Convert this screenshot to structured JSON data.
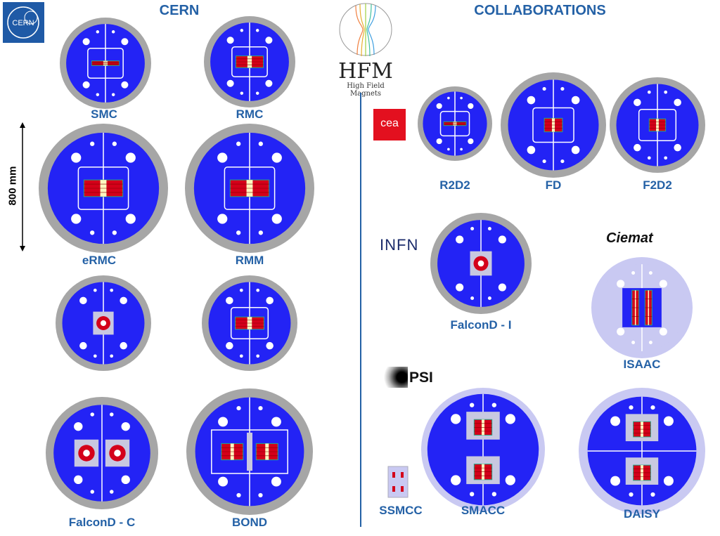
{
  "headers": {
    "left": "CERN",
    "right": "COLLABORATIONS"
  },
  "hfm": {
    "title": "HFM",
    "subtitle": "High Field Magnets"
  },
  "logos": {
    "cern": "CERN",
    "cea": "cea",
    "infn": "INFN",
    "ciemat": "Ciemat",
    "psi": "PSI"
  },
  "scale": {
    "label": "800 mm"
  },
  "magnets": [
    {
      "id": "smc",
      "label": "SMC",
      "style": "cern"
    },
    {
      "id": "rmc",
      "label": "RMC",
      "style": "cern"
    },
    {
      "id": "ermc",
      "label": "eRMC",
      "style": "cern"
    },
    {
      "id": "rmm",
      "label": "RMM",
      "style": "cern"
    },
    {
      "id": "falcon-c-top",
      "label": "",
      "style": "falcon"
    },
    {
      "id": "bond-top",
      "label": "",
      "style": "cern"
    },
    {
      "id": "falcond-c",
      "label": "FalconD - C",
      "style": "falcon2"
    },
    {
      "id": "bond",
      "label": "BOND",
      "style": "bond"
    },
    {
      "id": "r2d2",
      "label": "R2D2",
      "style": "cern"
    },
    {
      "id": "fd",
      "label": "FD",
      "style": "fd"
    },
    {
      "id": "f2d2",
      "label": "F2D2",
      "style": "fd"
    },
    {
      "id": "falcond-i",
      "label": "FalconD - I",
      "style": "falcon"
    },
    {
      "id": "isaac",
      "label": "ISAAC",
      "style": "isaac"
    },
    {
      "id": "smacc",
      "label": "SMACC",
      "style": "smacc"
    },
    {
      "id": "daisy",
      "label": "DAISY",
      "style": "daisy"
    },
    {
      "id": "ssmcc",
      "label": "SSMCC",
      "style": "small"
    }
  ],
  "colors": {
    "label": "#2461a6",
    "iron": "#2323f5",
    "shell": "#a6a6a6",
    "coil": "#d4001a",
    "pole": "#fff7c0",
    "lavender": "#c9c9f2"
  }
}
